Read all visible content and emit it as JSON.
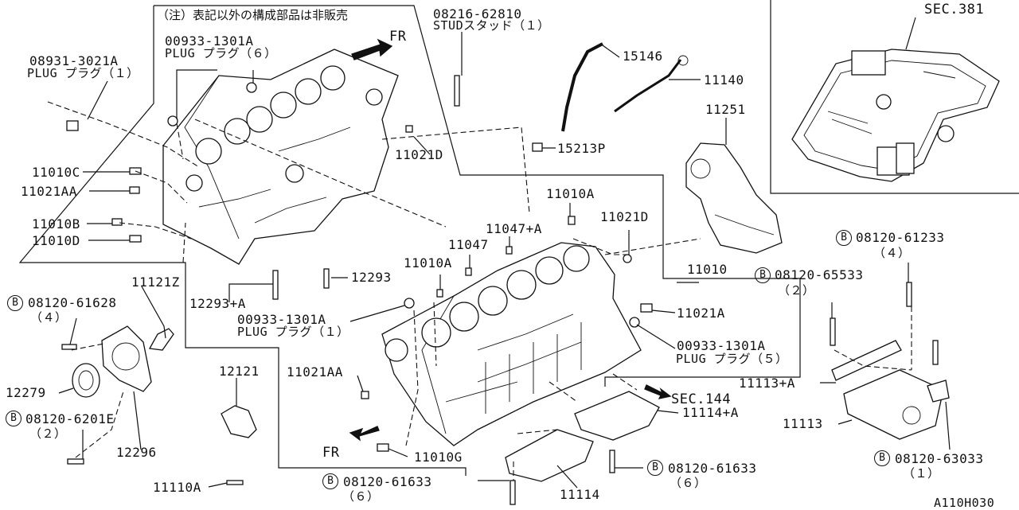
{
  "note": "（注）表記以外の構成部品は非販売",
  "fr_labels": [
    "FR",
    "FR"
  ],
  "sec_labels": {
    "oil_pan": "SEC.381",
    "other": "SEC.144"
  },
  "drawing_id": "A110H030",
  "bolt_symbol": "B",
  "parts": {
    "p08216": {
      "number": "08216-62810",
      "desc": "STUDスタッド（１）"
    },
    "p00933_top": {
      "number": "00933-1301A",
      "desc": "PLUG プラグ（６）"
    },
    "p08931": {
      "number": "08931-3021A",
      "desc": "PLUG プラグ（１）"
    },
    "p15146": {
      "number": "15146"
    },
    "p11140": {
      "number": "11140"
    },
    "p11251": {
      "number": "11251"
    },
    "p11021D_a": {
      "number": "11021D"
    },
    "p15213P": {
      "number": "15213P"
    },
    "p11010C": {
      "number": "11010C"
    },
    "p11021AA_a": {
      "number": "11021AA"
    },
    "p11010B": {
      "number": "11010B"
    },
    "p11010D": {
      "number": "11010D"
    },
    "p11010A_a": {
      "number": "11010A"
    },
    "p11047A": {
      "number": "11047+A"
    },
    "p11021D_b": {
      "number": "11021D"
    },
    "p11047": {
      "number": "11047"
    },
    "p11010A_b": {
      "number": "11010A"
    },
    "p12293": {
      "number": "12293"
    },
    "p12293A": {
      "number": "12293+A"
    },
    "p11010": {
      "number": "11010"
    },
    "p08120_61233": {
      "number": "08120-61233",
      "qty": "（４）"
    },
    "p08120_65533": {
      "number": "08120-65533",
      "qty": "（２）"
    },
    "p11121Z": {
      "number": "11121Z"
    },
    "p08120_61628": {
      "number": "08120-61628",
      "qty": "（４）"
    },
    "p00933_mid": {
      "number": "00933-1301A",
      "desc": "PLUG プラグ（１）"
    },
    "p11021A": {
      "number": "11021A"
    },
    "p00933_right": {
      "number": "00933-1301A",
      "desc": "PLUG プラグ（５）"
    },
    "p12121": {
      "number": "12121"
    },
    "p12279": {
      "number": "12279"
    },
    "p11021AA_b": {
      "number": "11021AA"
    },
    "p11113A": {
      "number": "11113+A"
    },
    "p11113": {
      "number": "11113"
    },
    "p11114A": {
      "number": "11114+A"
    },
    "p08120_6201E": {
      "number": "08120-6201E",
      "qty": "（２）"
    },
    "p12296": {
      "number": "12296"
    },
    "p11010G": {
      "number": "11010G"
    },
    "p08120_63033": {
      "number": "08120-63033",
      "qty": "（１）"
    },
    "p08120_61633_a": {
      "number": "08120-61633",
      "qty": "（６）"
    },
    "p08120_61633_b": {
      "number": "08120-61633",
      "qty": "（６）"
    },
    "p11110A": {
      "number": "11110A"
    },
    "p11114": {
      "number": "11114"
    }
  }
}
